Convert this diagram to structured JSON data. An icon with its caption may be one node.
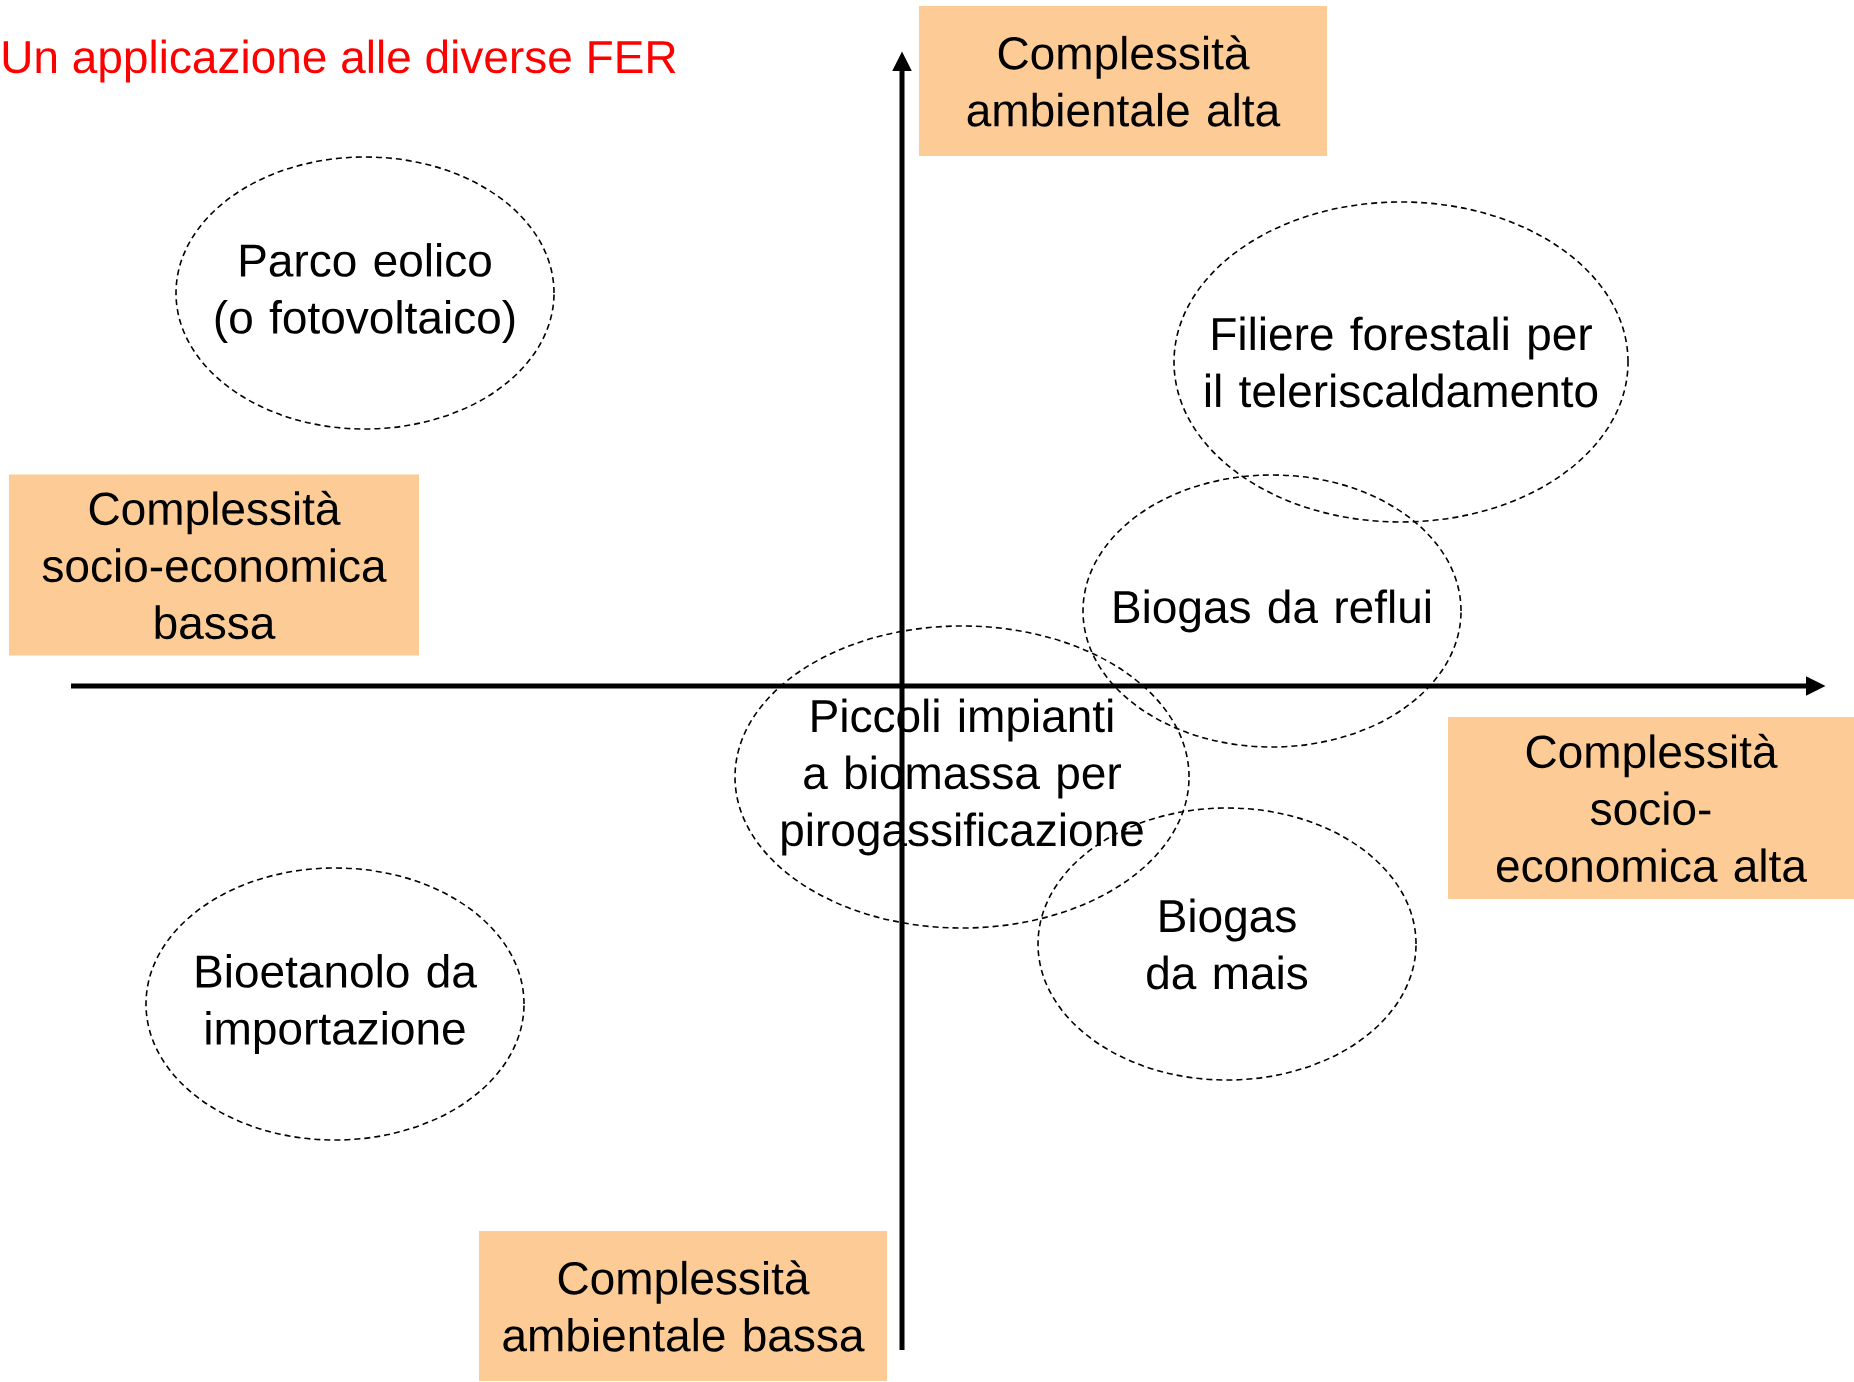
{
  "diagram": {
    "title": "Un applicazione alle diverse FER",
    "nodes": [
      {
        "text": [
          "Complessità ambientale alta"
        ]
      },
      {
        "text": [
          "Parco eolico (o fotovoltaico)"
        ]
      },
      {
        "text": [
          "Filiere forestali per il teleriscaldamento"
        ]
      },
      {
        "text": [
          "Complessità socio-economica bassa"
        ]
      },
      {
        "text": [
          "Biogas da reflui"
        ]
      },
      {
        "text": [
          "Piccoli impianti a biomassa per pirogassificazione"
        ]
      },
      {
        "text": [
          "Complessità socio-economica alta"
        ]
      },
      {
        "text": [
          "Biogas da mais"
        ]
      },
      {
        "text": [
          "Bioetanolo da importazione"
        ]
      },
      {
        "text": [
          "Complessità ambientale bassa"
        ]
      }
    ]
  }
}
